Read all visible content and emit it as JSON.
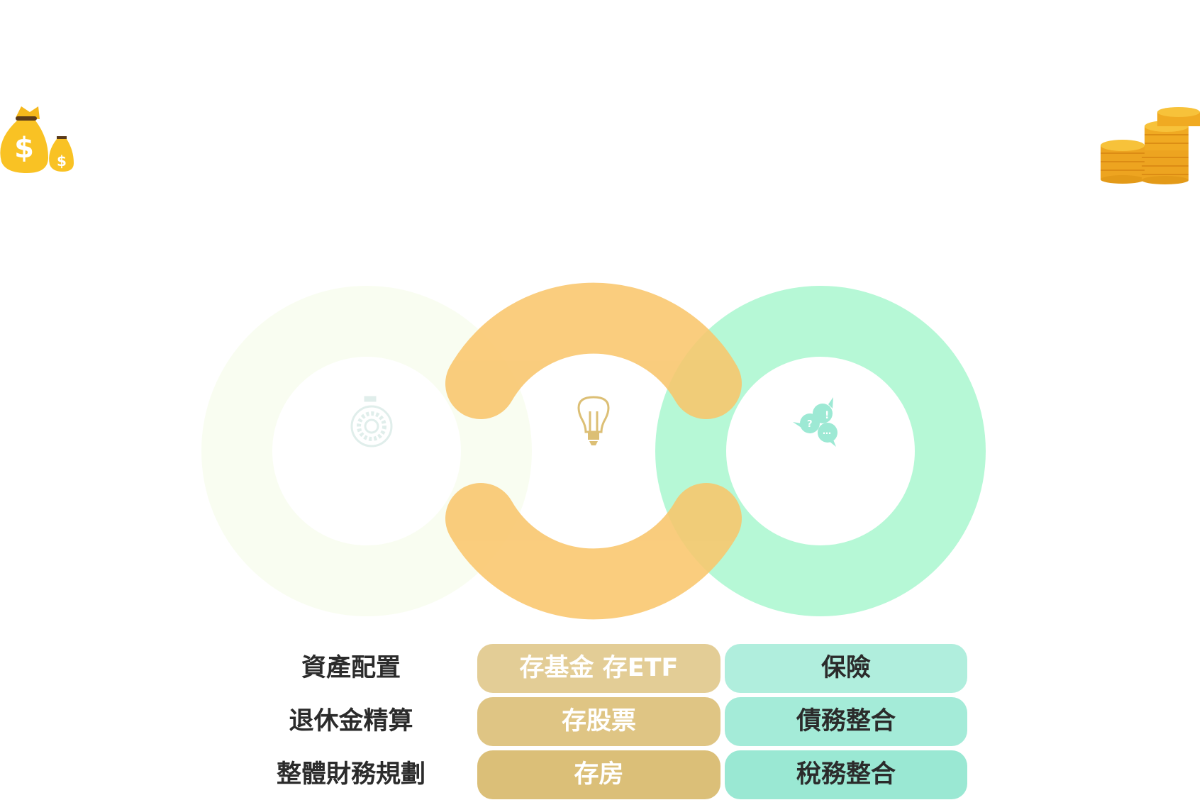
{
  "decor": {
    "left": "money-bags-icon",
    "right": "coin-stacks-icon"
  },
  "rings": {
    "colors": {
      "left": "#f9fdf1",
      "middle": "#f9cd7c",
      "right": "#b6f8d6"
    },
    "icons": [
      "stopwatch-gear-icon",
      "lightbulb-icon",
      "speech-bubbles-icon"
    ]
  },
  "table": {
    "rows": [
      {
        "label": "資產配置",
        "gold": "存基金 存ETF",
        "green": "保險"
      },
      {
        "label": "退休金精算",
        "gold": "存股票",
        "green": "債務整合"
      },
      {
        "label": "整體財務規劃",
        "gold": "存房",
        "green": "稅務整合"
      }
    ],
    "gold_colors": [
      "#e3cd96",
      "#dfc584",
      "#dbbf78"
    ],
    "green_colors": [
      "#b0eedd",
      "#a4ebd8",
      "#9ae8d3"
    ]
  }
}
